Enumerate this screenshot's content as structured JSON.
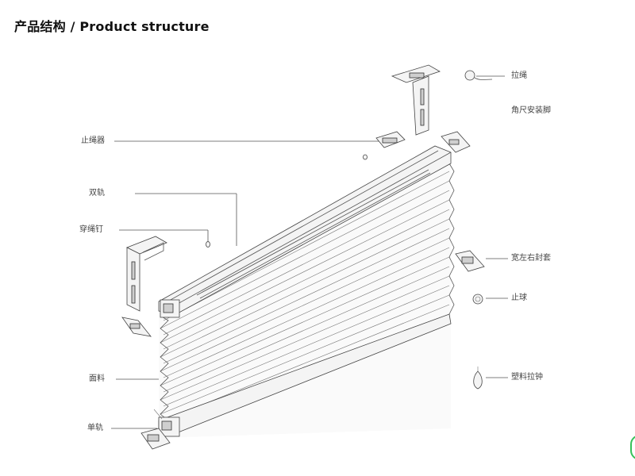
{
  "title": "产品结构 / Product structure",
  "labels": {
    "pull_cord": "拉绳",
    "corner_bracket": "角尺安装脚",
    "cord_stopper": "止绳器",
    "double_rail": "双轨",
    "threading_nail": "穿绳钉",
    "left_right_end_caps": "宽左右封套",
    "stop_ball": "止球",
    "plastic_pull": "塑料拉钟",
    "fabric": "面料",
    "single_rail": "单轨"
  },
  "colors": {
    "line": "#555555",
    "text": "#444444",
    "title": "#111111",
    "accent": "#35c25a"
  }
}
